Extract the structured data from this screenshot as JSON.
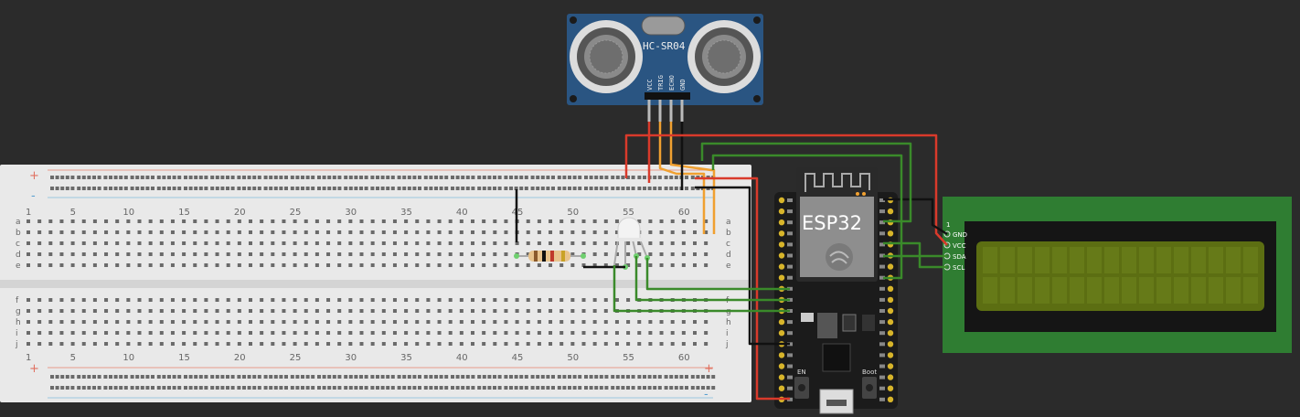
{
  "breadboard": {
    "column_numbers": [
      "1",
      "5",
      "10",
      "15",
      "20",
      "25",
      "30",
      "35",
      "40",
      "45",
      "50",
      "55",
      "60"
    ],
    "row_letters_top": [
      "a",
      "b",
      "c",
      "d",
      "e"
    ],
    "row_letters_bottom": [
      "f",
      "g",
      "h",
      "i",
      "j"
    ],
    "plus": "+",
    "minus": "-"
  },
  "sensor": {
    "name": "HC-SR04",
    "pins": [
      "VCC",
      "TRIG",
      "ECHO",
      "GND"
    ]
  },
  "esp32": {
    "title": "ESP32",
    "button_en": "EN",
    "button_boot": "Boot"
  },
  "lcd": {
    "pin1_marker": "1",
    "pins": [
      "GND",
      "VCC",
      "SDA",
      "SCL"
    ]
  },
  "colors": {
    "background": "#2b2b2b",
    "wire_red": "#d93a2b",
    "wire_black": "#111111",
    "wire_orange": "#f0a030",
    "wire_green": "#3a8a2a",
    "lcd_board": "#2f7d32",
    "lcd_screen": "#5c6e12",
    "sensor_board": "#2a5582",
    "esp_board": "#1b1b1b"
  }
}
